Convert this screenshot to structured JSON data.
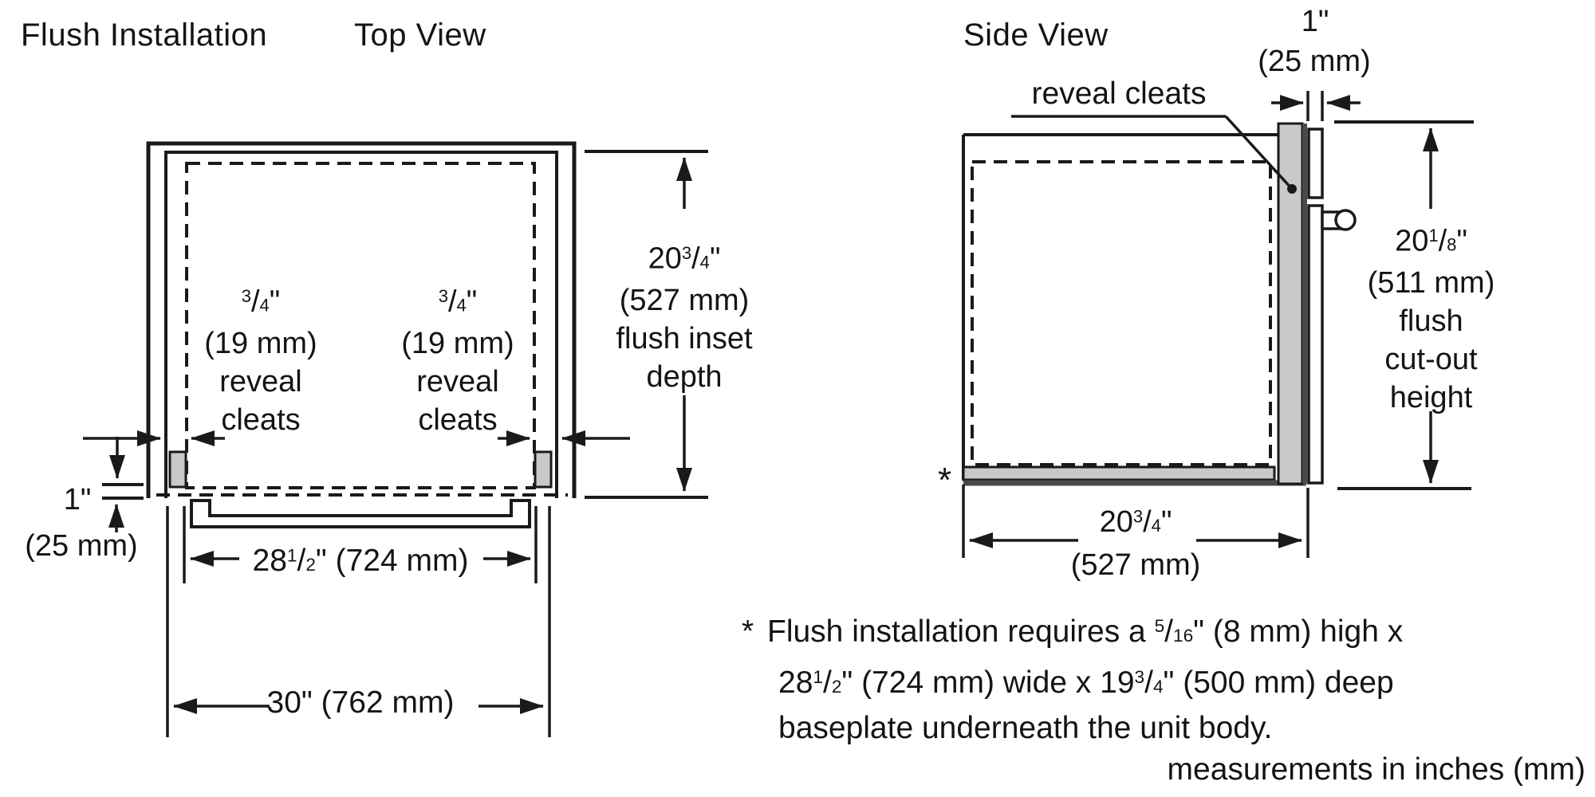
{
  "glyphs": {
    "slash": "/"
  },
  "top_view": {
    "heading": "Flush Installation",
    "title": "Top View",
    "cleat_label": {
      "num": "3",
      "den": "4",
      "quote": "\"",
      "mm": "(19 mm)",
      "word1": "reveal",
      "word2": "cleats"
    },
    "reveal_dim": {
      "inch": "1\"",
      "mm": "(25 mm)"
    },
    "cutout_width": {
      "whole": "28",
      "num": "1",
      "den": "2",
      "rest": "\" (724 mm)"
    },
    "opening_width": "30\" (762 mm)",
    "inset_depth": {
      "whole": "20",
      "num": "3",
      "den": "4",
      "quote": "\"",
      "mm": "(527 mm)",
      "cap1": "flush inset",
      "cap2": "depth"
    }
  },
  "side_view": {
    "title": "Side View",
    "callout": "reveal cleats",
    "door_dim": {
      "inch": "1\"",
      "mm": "(25 mm)"
    },
    "cutout_height": {
      "whole": "20",
      "num": "1",
      "den": "8",
      "quote": "\"",
      "mm": "(511 mm)",
      "cap1": "flush",
      "cap2": "cut-out",
      "cap3": "height"
    },
    "depth_dim": {
      "whole": "20",
      "num": "3",
      "den": "4",
      "quote": "\"",
      "mm": "(527 mm)"
    },
    "baseplate_marker": "*"
  },
  "footnote": {
    "marker": "*",
    "l1a": "Flush installation requires a ",
    "l1num": "5",
    "l1den": "16",
    "l1b": "\" (8 mm) high x",
    "l2a": "28",
    "l2num": "1",
    "l2den": "2",
    "l2b": "\" (724 mm) wide x 19",
    "l2num2": "3",
    "l2den2": "4",
    "l2c": "\" (500 mm) deep",
    "l3": "baseplate underneath the unit body."
  },
  "footer": "measurements in inches (mm)",
  "colors": {
    "line": "#1a1a1a",
    "light_gray": "#c9c9c9",
    "dark_gray": "#4a4a4a",
    "background": "#ffffff"
  }
}
